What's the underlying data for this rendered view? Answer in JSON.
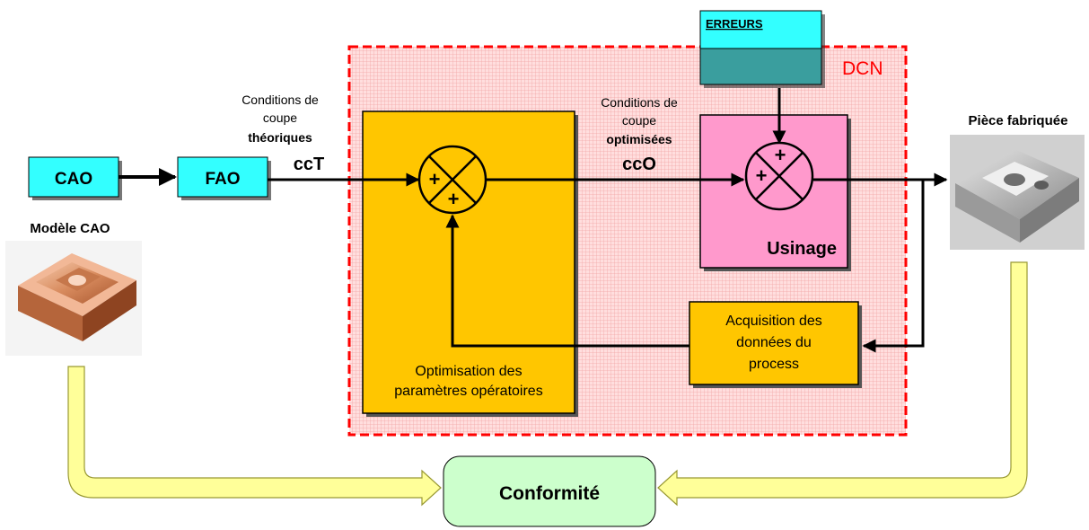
{
  "blocks": {
    "cao": "CAO",
    "fao": "FAO",
    "erreurs": "ERREURS",
    "dcn": "DCN",
    "usinage": "Usinage",
    "optimisation_line1": "Optimisation des",
    "optimisation_line2": "paramètres opératoires",
    "acquisition_line1": "Acquisition des",
    "acquisition_line2": "données du",
    "acquisition_line3": "process",
    "conformite": "Conformité"
  },
  "labels": {
    "modele_cao": "Modèle CAO",
    "piece_fabriquee": "Pièce fabriquée",
    "cc_theo_line1": "Conditions de",
    "cc_theo_line2": "coupe",
    "cc_theo_line3": "théoriques",
    "cct": "ccT",
    "cc_opt_line1": "Conditions de",
    "cc_opt_line2": "coupe",
    "cc_opt_line3": "optimisées",
    "cco": "ccO"
  },
  "summing_signs": {
    "plus": "+"
  },
  "colors": {
    "cyan_block": "#33ffff",
    "teal_block": "#3a9e9e",
    "orange_block": "#ffc600",
    "pink_block": "#ff99cc",
    "dcn_border": "#ff0000",
    "dcn_fill": "#ffcccc",
    "conformite_fill": "#ccffcc",
    "arrow_yellow": "#ffff99",
    "arrow_yellow_edge": "#999933"
  }
}
